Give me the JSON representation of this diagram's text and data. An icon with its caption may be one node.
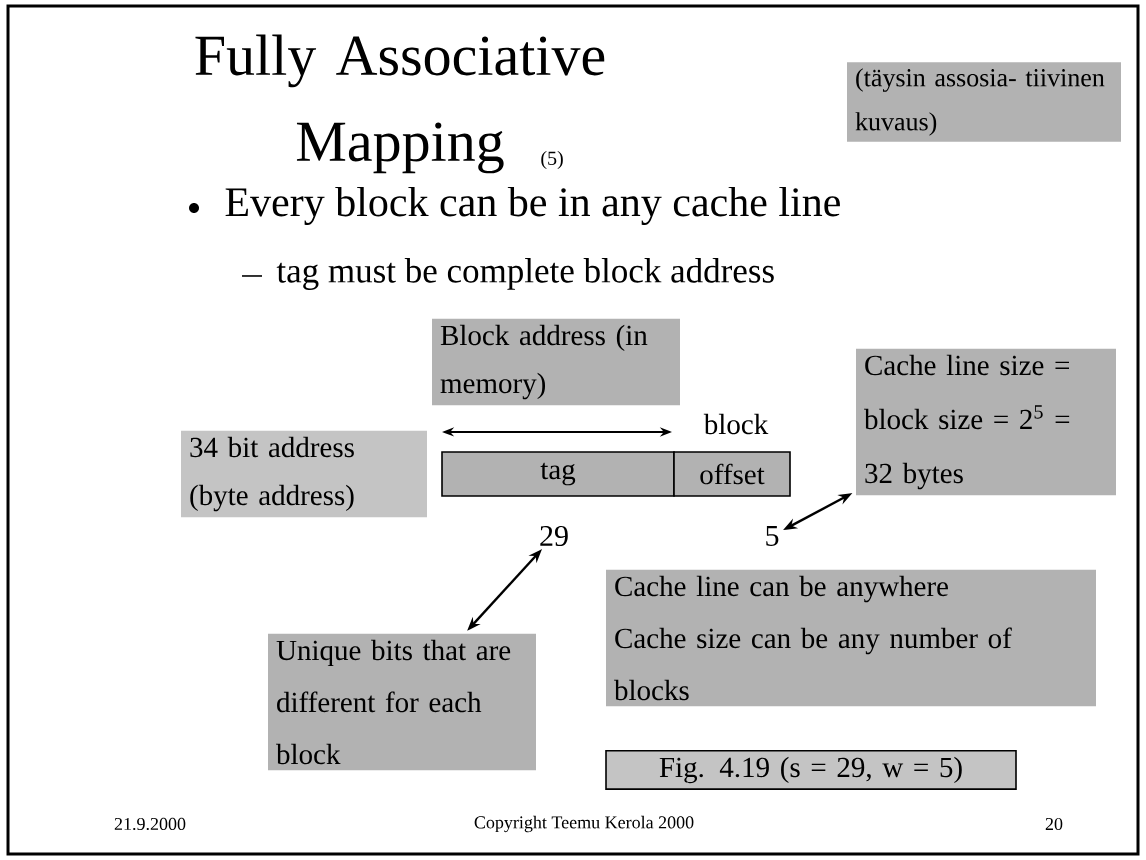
{
  "diagram": {
    "title": "Fully Associative Mapping",
    "nodes": [
      {
        "text": [
          "(täysin assosia- tiivinen kuvaus)"
        ]
      },
      {
        "text": [
          "Block address (in memory)"
        ]
      },
      {
        "text": [
          "34 bit address (byte address)"
        ]
      },
      {
        "text": [
          "tag"
        ]
      },
      {
        "text": [
          "offset"
        ],
        "beside": [
          "block"
        ]
      },
      {
        "text": [
          "Cache line size = block size = 2$^{5}$ = 32 bytes"
        ]
      },
      {
        "text": [
          "29"
        ]
      },
      {
        "text": [
          "5"
        ]
      },
      {
        "text": [
          "Unique bits that are different for each block"
        ]
      },
      {
        "text": [
          "Cache line can be anywhere",
          "Cache size can be any number of blocks"
        ]
      },
      {
        "text": [
          "Fig. 4.19  (s = 29, w = 5)"
        ]
      }
    ],
    "edges": [
      {
        "from": 6,
        "to": 8,
        "arrow": "both"
      },
      {
        "from": 7,
        "to": 5,
        "arrow": "both"
      }
    ],
    "labels": [
      "(5)",
      "Every block can be in any cache line",
      "tag must be complete block address",
      "21.9.2000",
      "Copyright Teemu Kerola 2000",
      "20"
    ]
  }
}
